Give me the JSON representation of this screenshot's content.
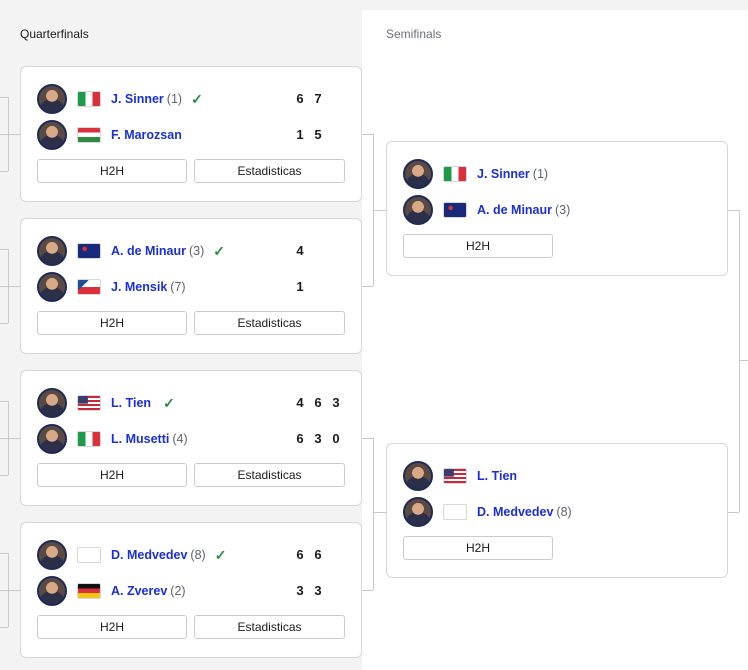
{
  "columns": {
    "quarterfinals": "Quarterfinals",
    "semifinals": "Semifinals"
  },
  "buttons": {
    "h2h": "H2H",
    "stats": "Estadisticas"
  },
  "quarterfinals": [
    {
      "players": [
        {
          "name": "J. Sinner",
          "seed": "(1)",
          "flag": "italy",
          "winner": true,
          "scores": [
            "6",
            "7"
          ]
        },
        {
          "name": "F. Marozsan",
          "seed": "",
          "flag": "hungary",
          "winner": false,
          "scores": [
            "1",
            "5"
          ]
        }
      ]
    },
    {
      "players": [
        {
          "name": "A. de Minaur",
          "seed": "(3)",
          "flag": "australia",
          "winner": true,
          "scores": [
            "4"
          ]
        },
        {
          "name": "J. Mensik",
          "seed": "(7)",
          "flag": "czechia",
          "winner": false,
          "scores": [
            "1"
          ]
        }
      ]
    },
    {
      "players": [
        {
          "name": "L. Tien",
          "seed": "",
          "flag": "usa",
          "winner": true,
          "scores": [
            "4",
            "6",
            "3"
          ]
        },
        {
          "name": "L. Musetti",
          "seed": "(4)",
          "flag": "italy",
          "winner": false,
          "scores": [
            "6",
            "3",
            "0"
          ]
        }
      ]
    },
    {
      "players": [
        {
          "name": "D. Medvedev",
          "seed": "(8)",
          "flag": "blank",
          "winner": true,
          "scores": [
            "6",
            "6"
          ]
        },
        {
          "name": "A. Zverev",
          "seed": "(2)",
          "flag": "germany",
          "winner": false,
          "scores": [
            "3",
            "3"
          ]
        }
      ]
    }
  ],
  "semifinals": [
    {
      "players": [
        {
          "name": "J. Sinner",
          "seed": "(1)",
          "flag": "italy"
        },
        {
          "name": "A. de Minaur",
          "seed": "(3)",
          "flag": "australia"
        }
      ]
    },
    {
      "players": [
        {
          "name": "L. Tien",
          "seed": "",
          "flag": "usa"
        },
        {
          "name": "D. Medvedev",
          "seed": "(8)",
          "flag": "blank"
        }
      ]
    }
  ],
  "icons": {
    "winner": "checkmark-icon",
    "player": "avatar-photo"
  },
  "colors": {
    "player_link": "#1a2fd4",
    "winner_check": "#2e8b3e",
    "border": "#d6d7da"
  }
}
